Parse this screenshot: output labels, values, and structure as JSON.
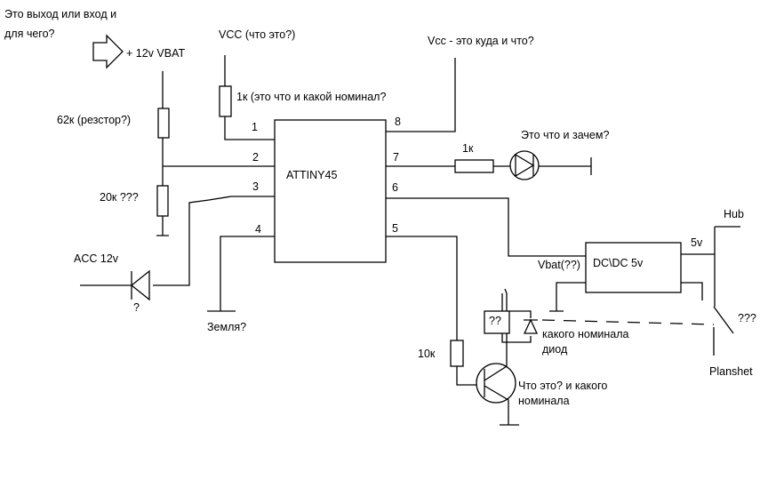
{
  "colors": {
    "line": "#000000",
    "background": "#ffffff"
  },
  "labels": {
    "question_io_line1": "Это выход или вход и",
    "question_io_line2": "для чего?",
    "vbat": "+ 12v VBAT",
    "vcc_question": "VCC (что это?)",
    "vcc_where": "Vcc - это куда и что?",
    "r1k_question": "1к (это что и какой номинал?",
    "r62k": "62к (резстор?)",
    "r20k": "20к ???",
    "acc": "ACC 12v",
    "diode_q": "?",
    "ground": "Земля?",
    "chip": "ATTINY45",
    "r1k": "1к",
    "led_question": "Это что и зачем?",
    "vbat_q": "Vbat(??)",
    "dcdc": "DC\\DC 5v",
    "out5v": "5v",
    "hub": "Hub",
    "planshet": "Planshet",
    "switch_q": "???",
    "relay_q": "??",
    "diode_nominal_line1": "какого номинала",
    "diode_nominal_line2": "диод",
    "r10k": "10к",
    "transistor_q_line1": "Что это? и какого",
    "transistor_q_line2": "номинала"
  },
  "pins": [
    "1",
    "2",
    "3",
    "4",
    "5",
    "6",
    "7",
    "8"
  ]
}
